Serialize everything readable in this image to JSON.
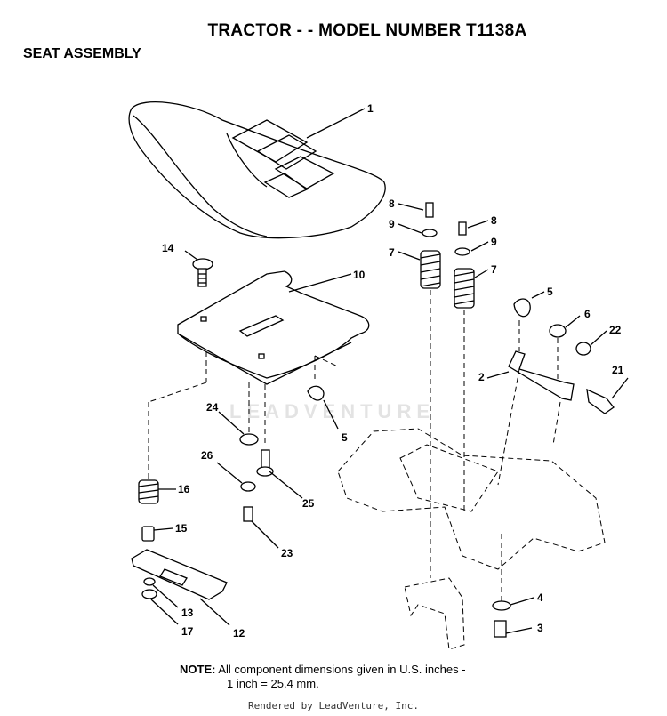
{
  "header": {
    "title": "TRACTOR - - MODEL NUMBER T1138A",
    "subtitle": "SEAT ASSEMBLY"
  },
  "watermark": "LEADVENTURE",
  "callouts": [
    "1",
    "8",
    "9",
    "7",
    "8",
    "9",
    "7",
    "14",
    "10",
    "5",
    "6",
    "22",
    "2",
    "21",
    "24",
    "5",
    "26",
    "25",
    "16",
    "15",
    "23",
    "13",
    "17",
    "12",
    "4",
    "3"
  ],
  "note": {
    "label": "NOTE:",
    "line1": "All component dimensions given in U.S. inches -",
    "line2": "1 inch = 25.4 mm."
  },
  "credit": "Rendered by LeadVenture, Inc.",
  "colors": {
    "ink": "#000000",
    "background": "#ffffff",
    "watermark": "#e3e3e3"
  }
}
